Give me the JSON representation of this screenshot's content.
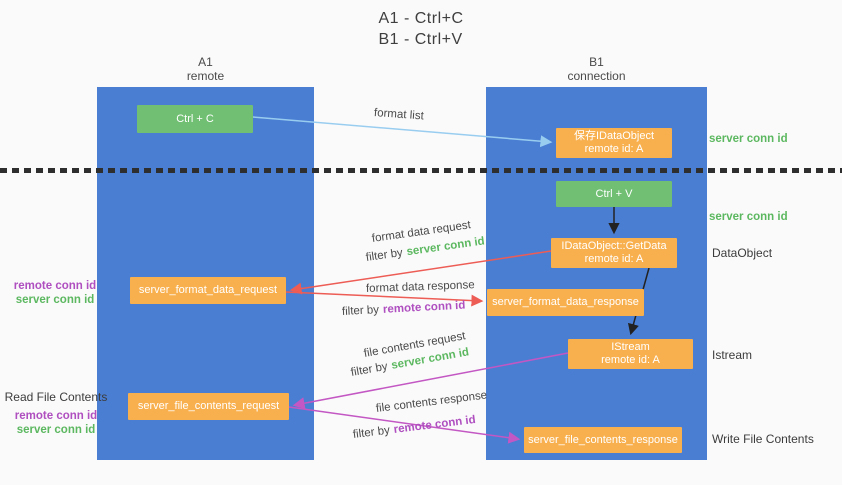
{
  "title": {
    "line1": "A1 - Ctrl+C",
    "line2": "B1 - Ctrl+V"
  },
  "columns": {
    "left": {
      "name": "A1",
      "role": "remote"
    },
    "right": {
      "name": "B1",
      "role": "connection"
    }
  },
  "nodes": {
    "ctrl_c": "Ctrl + C",
    "ctrl_v": "Ctrl + V",
    "save_dataobject": {
      "line1": "保存IDataObject",
      "line2": "remote id: A"
    },
    "getdata": {
      "line1": "IDataObject::GetData",
      "line2": "remote id: A"
    },
    "istream": {
      "line1": "IStream",
      "line2": "remote id: A"
    },
    "format_data_request": "server_format_data_request",
    "format_data_response": "server_format_data_response",
    "file_contents_request": "server_file_contents_request",
    "file_contents_response": "server_file_contents_response"
  },
  "edge_labels": {
    "format_list": "format list",
    "format_data_request": "format data request",
    "format_data_response": "format data response",
    "file_contents_request": "file contents request",
    "file_contents_response": "file contents response",
    "filter_by": "filter by",
    "server_conn_id": "server conn id",
    "remote_conn_id": "remote conn id"
  },
  "side_labels": {
    "server_conn_id_top": "server conn id",
    "server_conn_id_mid": "server conn id",
    "dataobject": "DataObject",
    "istream": "Istream",
    "write_file_contents": "Write File Contents",
    "read_file_contents": "Read File Contents",
    "left_remote_conn_id": "remote conn id",
    "left_server_conn_id": "server conn id",
    "left2_remote_conn_id": "remote conn id",
    "left2_server_conn_id": "server conn id"
  },
  "colors": {
    "lane_blue": "#4a7ed3",
    "node_green": "#70bf73",
    "node_orange": "#f8b04f",
    "arrow_lightblue": "#99cdf0",
    "arrow_red": "#ed5c55",
    "arrow_magenta": "#c357c3",
    "arrow_black": "#222222",
    "text_green": "#5cb860",
    "text_purple": "#af4fc0"
  }
}
